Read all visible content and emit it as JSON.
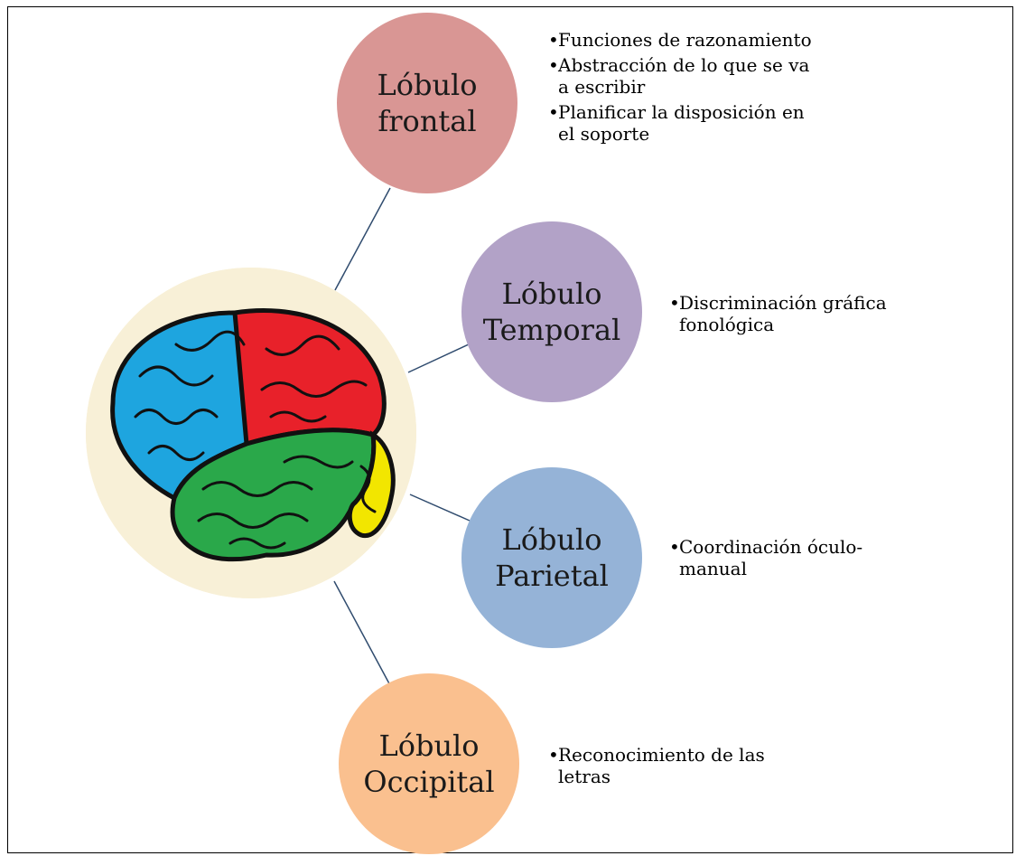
{
  "colors": {
    "frontal": "#d99694",
    "temporal": "#b2a2c7",
    "parietal": "#95b3d7",
    "occipital": "#fac08f",
    "connector": "#2f4b6e",
    "brain_background": "#f8f0d7"
  },
  "center": {
    "image": "brain-lobes-illustration"
  },
  "lobes": [
    {
      "name": "Lóbulo frontal",
      "functions": [
        "Funciones de razonamiento",
        "Abstracción de lo que se va a escribir",
        "Planificar la disposición en el soporte"
      ]
    },
    {
      "name": "Lóbulo Temporal",
      "functions": [
        "Discriminación gráfica fonológica"
      ]
    },
    {
      "name": "Lóbulo Parietal",
      "functions": [
        "Coordinación óculo-manual"
      ]
    },
    {
      "name": "Lóbulo Occipital",
      "functions": [
        "Reconocimiento de las letras"
      ]
    }
  ]
}
